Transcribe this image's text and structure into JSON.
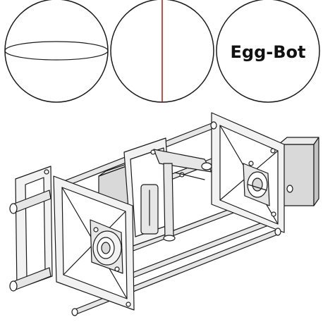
{
  "circles": [
    {
      "id": "equator-sphere"
    },
    {
      "id": "meridian-sphere",
      "line_color": "#c00000"
    },
    {
      "id": "logo-sphere",
      "label": "Egg-Bot"
    }
  ],
  "colors": {
    "line": "#1a1a1a",
    "frame_fill": "#f2f2f2",
    "rod_fill": "#e6e6e6",
    "motor_fill": "#d9d9d9",
    "motor_side": "#c4c4c4",
    "shadow": "#b8b8b8",
    "accent": "#c00000"
  },
  "icons": [
    "sphere-icon",
    "egg-bot-machine-drawing"
  ]
}
